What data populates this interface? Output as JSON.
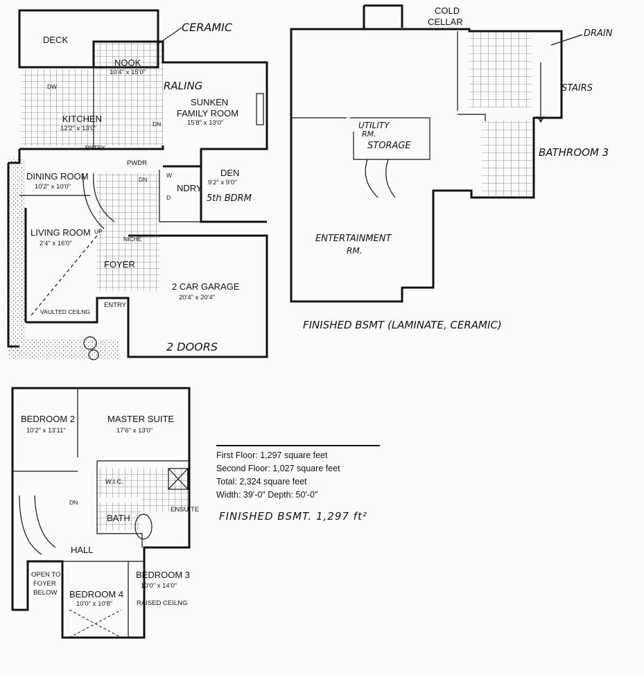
{
  "first_floor": {
    "deck": "DECK",
    "ceramic": "CERAMIC",
    "nook": {
      "name": "NOOK",
      "dims": "10'4\" x 15'0\""
    },
    "railing": "RALING",
    "family_room": {
      "name_1": "SUNKEN",
      "name_2": "FAMILY ROOM",
      "dims": "15'8\" x 13'0\""
    },
    "kitchen": {
      "name": "KITCHEN",
      "dims": "12'2\" x 13'0\""
    },
    "dw": "DW",
    "dn_1": "DN",
    "pantry": "PNTRY",
    "pwdr": "PWDR",
    "dining_room": {
      "name": "DINING ROOM",
      "dims": "10'2\" x 10'0\""
    },
    "dn_2": "DN",
    "laundry": "NDRY",
    "w": "W",
    "d": "D",
    "den": {
      "name": "DEN",
      "dims": "9'2\" x 9'0\"",
      "alt": "5th BDRM"
    },
    "living_room": {
      "name": "LIVING ROOM",
      "dims": "2'4\" x 16'0\""
    },
    "up": "UP",
    "niche": "NICHE",
    "foyer": "FOYER",
    "garage": {
      "name": "2 CAR GARAGE",
      "dims": "20'4\" x 20'4\""
    },
    "vaulted": "VAULTED CEILNG",
    "entry": "ENTRY",
    "doors": "2 DOORS"
  },
  "basement": {
    "cold_cellar_1": "COLD",
    "cold_cellar_2": "CELLAR",
    "drain": "DRAIN",
    "stairs": "STAIRS",
    "utility_1": "UTILITY",
    "utility_2": "RM.",
    "storage": "STORAGE",
    "bathroom": "BATHROOM 3",
    "entertainment_1": "ENTERTAINMENT",
    "entertainment_2": "RM.",
    "caption": "FINISHED BSMT (LAMINATE, CERAMIC)"
  },
  "second_floor": {
    "bedroom2": {
      "name": "BEDROOM 2",
      "dims": "10'2\" x 13'11\""
    },
    "master": {
      "name": "MASTER SUITE",
      "dims": "17'6\" x 13'0\""
    },
    "wic": "W.I.C.",
    "dn": "DN",
    "ensuite": "ENSUITE",
    "bath": "BATH",
    "hall": "HALL",
    "open_1": "OPEN TO",
    "open_2": "FOYER",
    "open_3": "BELOW",
    "bedroom4": {
      "name": "BEDROOM 4",
      "dims": "10'0\" x 10'8\""
    },
    "bedroom3": {
      "name": "BEDROOM 3",
      "dims": "10'0\" x 14'0\"",
      "note": "RAISED CEILNG"
    }
  },
  "stats": {
    "first_floor": "First Floor: 1,297 square feet",
    "second_floor": "Second Floor: 1,027 square feet",
    "total": "Total: 2,324 square feet",
    "size": "Width: 39'-0\"  Depth: 50'-0\"",
    "bsmt": "FINISHED BSMT. 1,297 ft²"
  }
}
